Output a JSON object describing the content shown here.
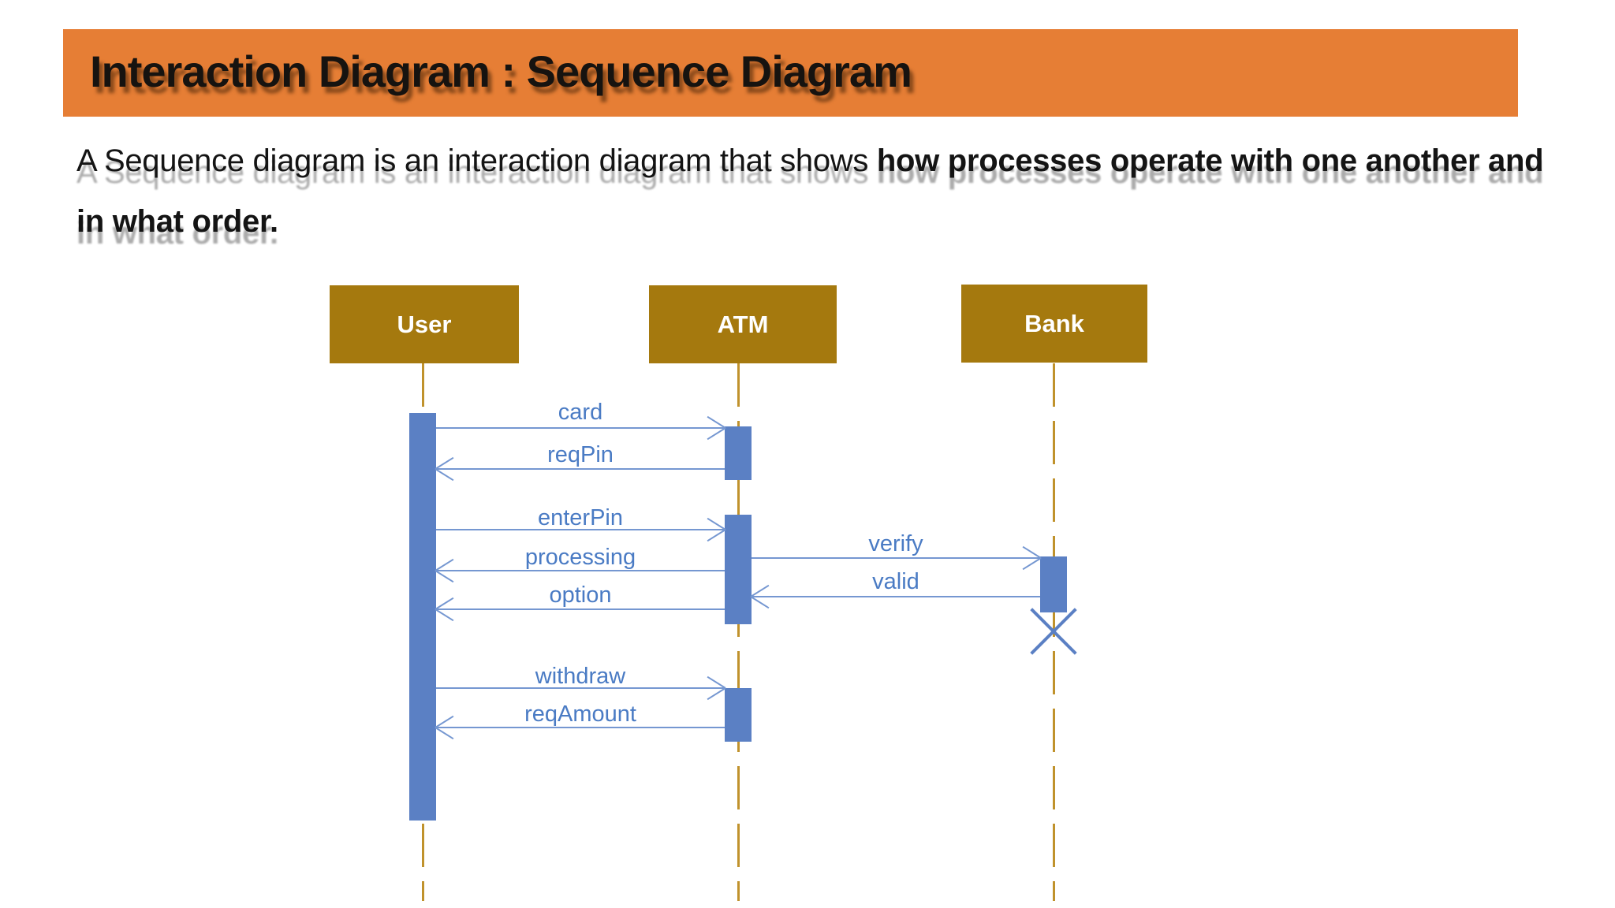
{
  "header": {
    "title": "Interaction Diagram : Sequence Diagram"
  },
  "intro": {
    "regular_text": "A Sequence diagram is an interaction diagram that shows ",
    "bold_line1": "how processes operate with one another and",
    "bold_line2": "in what order."
  },
  "diagram": {
    "actors": [
      {
        "name": "User"
      },
      {
        "name": "ATM"
      },
      {
        "name": "Bank"
      }
    ],
    "messages": [
      {
        "label": "card",
        "from": "User",
        "to": "ATM",
        "direction": "right"
      },
      {
        "label": "reqPin",
        "from": "ATM",
        "to": "User",
        "direction": "left"
      },
      {
        "label": "enterPin",
        "from": "User",
        "to": "ATM",
        "direction": "right"
      },
      {
        "label": "processing",
        "from": "ATM",
        "to": "User",
        "direction": "left"
      },
      {
        "label": "option",
        "from": "ATM",
        "to": "User",
        "direction": "left"
      },
      {
        "label": "verify",
        "from": "ATM",
        "to": "Bank",
        "direction": "right"
      },
      {
        "label": "valid",
        "from": "Bank",
        "to": "ATM",
        "direction": "left"
      },
      {
        "label": "withdraw",
        "from": "User",
        "to": "ATM",
        "direction": "right"
      },
      {
        "label": "reqAmount",
        "from": "ATM",
        "to": "User",
        "direction": "left"
      }
    ],
    "bank_lifeline_destroyed": true
  },
  "theme": {
    "header-orange": "#e67e35",
    "title-color": "#161310",
    "actor-gold": "#a5790e",
    "lifeline-gold": "#c0922c",
    "activation-blue": "#5b80c4",
    "message-line-blue": "#7597d1",
    "message-label-blue": "#4a7bc4"
  }
}
